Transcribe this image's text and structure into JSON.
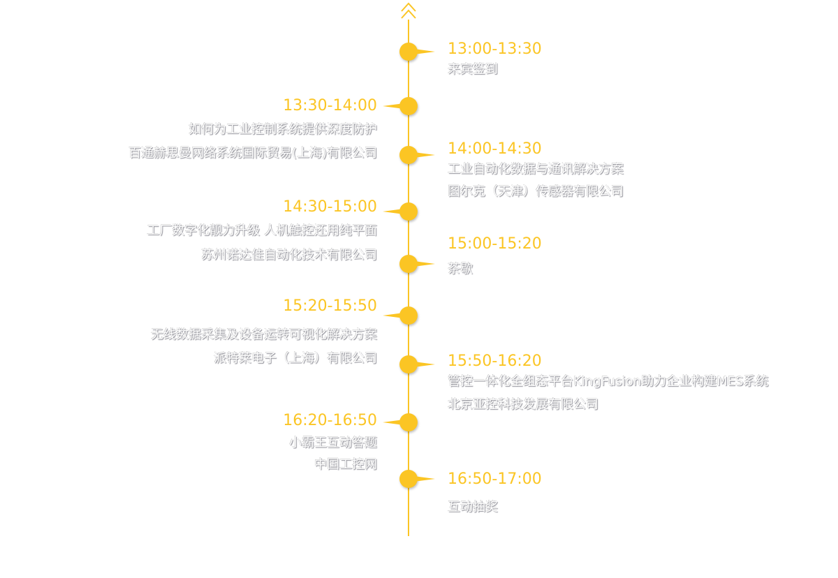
{
  "accent_color": "#fbc524",
  "scroll_up_icon": "double-chevron-up-icon",
  "schedule": [
    {
      "side": "right",
      "time": "13:00-13:30",
      "lines": [
        "来宾签到"
      ]
    },
    {
      "side": "left",
      "time": "13:30-14:00",
      "lines": [
        "如何为工业控制系统提供深度防护",
        "百通赫思曼网络系统国际贸易(上海)有限公司"
      ]
    },
    {
      "side": "right",
      "time": "14:00-14:30",
      "lines": [
        "工业自动化数据与通讯解决方案",
        "图尔克（天津）传感器有限公司"
      ]
    },
    {
      "side": "left",
      "time": "14:30-15:00",
      "lines": [
        "工厂数字化靓力升级 人机触控还用纯平面",
        "苏州诺达佳自动化技术有限公司"
      ]
    },
    {
      "side": "right",
      "time": "15:00-15:20",
      "lines": [
        "茶歇"
      ]
    },
    {
      "side": "left",
      "time": "15:20-15:50",
      "lines": [
        "无线数据采集及设备运转可视化解决方案",
        "派特莱电子（上海）有限公司"
      ]
    },
    {
      "side": "right",
      "time": "15:50-16:20",
      "lines": [
        "管控一体化全组态平台KingFusion助力企业构建MES系统",
        "北京亚控科技发展有限公司"
      ]
    },
    {
      "side": "left",
      "time": "16:20-16:50",
      "lines": [
        "小霸王互动答题",
        "中国工控网"
      ]
    },
    {
      "side": "right",
      "time": "16:50-17:00",
      "lines": [
        "互动抽奖"
      ]
    }
  ]
}
